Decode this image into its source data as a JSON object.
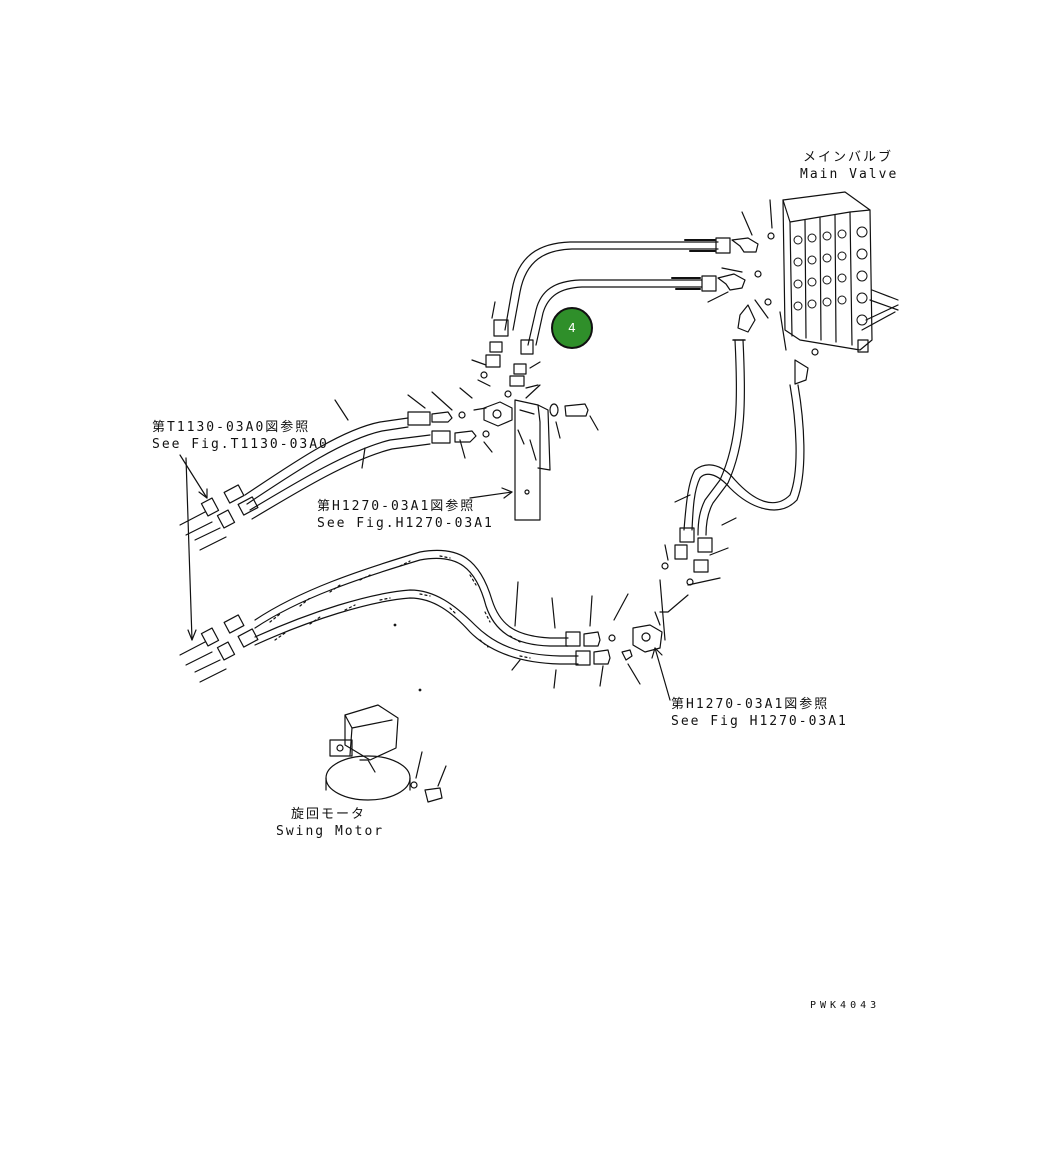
{
  "labels": {
    "main_valve_jp": "メインバルブ",
    "main_valve_en": "Main Valve",
    "t1130_jp": "第T1130-03A0図参照",
    "t1130_en": "See Fig.T1130-03A0",
    "h1270_mid_jp": "第H1270-03A1図参照",
    "h1270_mid_en": "See Fig.H1270-03A1",
    "h1270_right_jp": "第H1270-03A1図参照",
    "h1270_right_en": "See Fig H1270-03A1",
    "swing_motor_jp": "旋回モータ",
    "swing_motor_en": "Swing Motor",
    "drawing_code": "PWK4043"
  },
  "callout": {
    "number": "4",
    "color": "#2f8f2a"
  },
  "icons": [
    "main-valve-icon",
    "swing-motor-icon",
    "bracket-icon"
  ]
}
